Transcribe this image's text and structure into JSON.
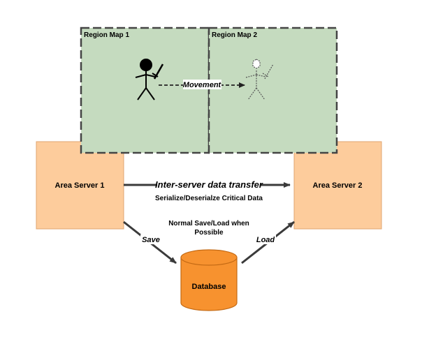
{
  "regions": [
    {
      "label": "Region Map 1"
    },
    {
      "label": "Region Map 2"
    }
  ],
  "movement_label": "Movement",
  "servers": [
    {
      "label": "Area Server 1"
    },
    {
      "label": "Area Server 2"
    }
  ],
  "transfer": {
    "title": "Inter-server data transfer",
    "subtitle": "Serialize/Deserialze Critical Data"
  },
  "normal_note": {
    "line1": "Normal Save/Load when",
    "line2": "Possible"
  },
  "save_label": "Save",
  "load_label": "Load",
  "database_label": "Database",
  "colors": {
    "region_fill": "#c5dbbf",
    "server_fill": "#fdcc9c",
    "database_fill": "#f7922f"
  }
}
